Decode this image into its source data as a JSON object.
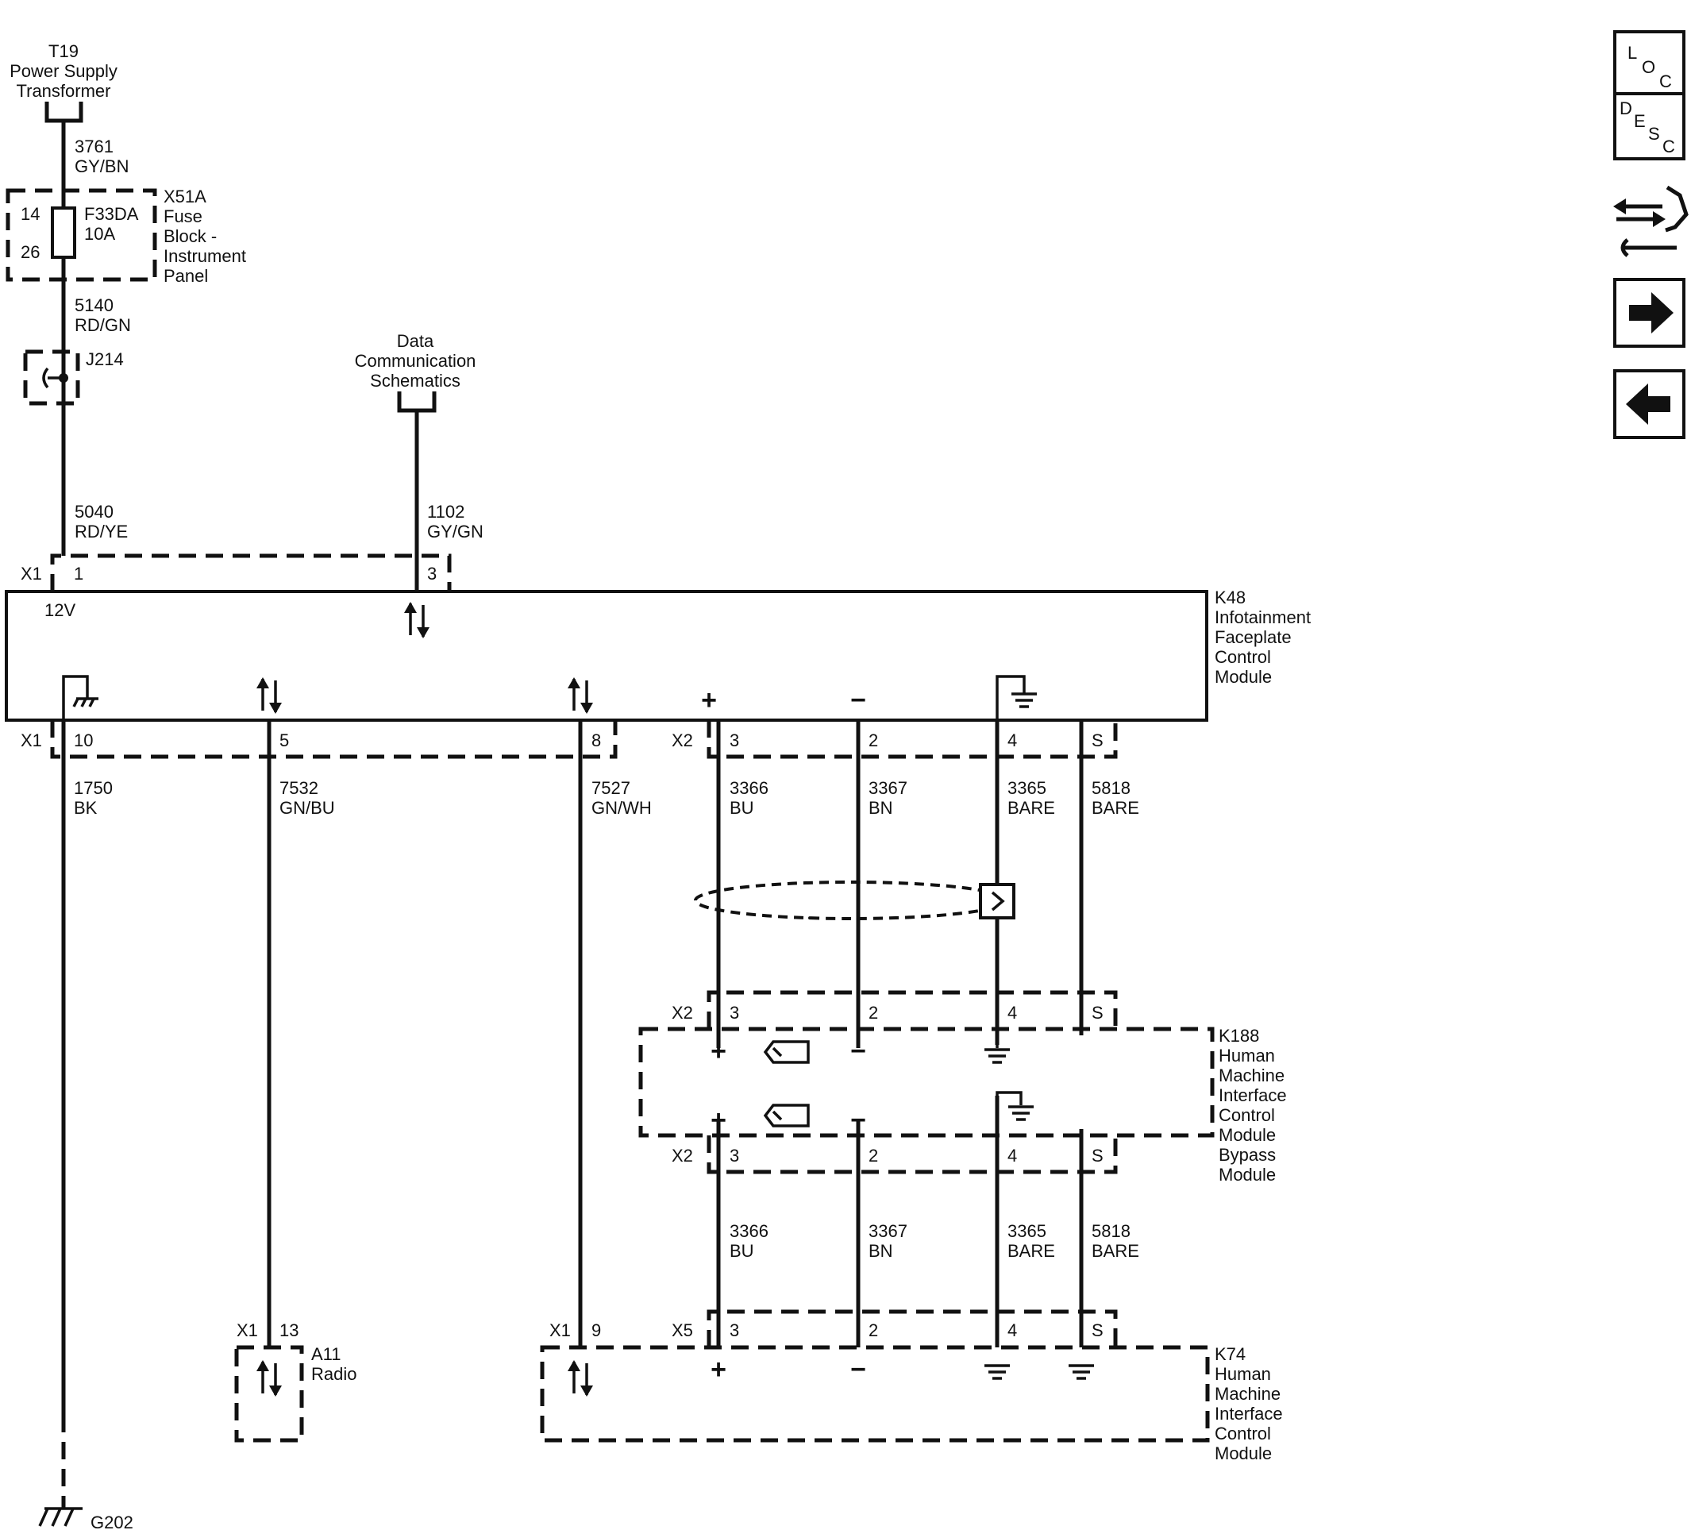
{
  "nav": {
    "loc_letters": [
      "L",
      "O",
      "C"
    ],
    "desc_letters": [
      "D",
      "E",
      "S",
      "C"
    ],
    "icons": [
      "loc-button",
      "desc-button",
      "connector-tools-icon",
      "next-arrow-icon",
      "previous-arrow-icon"
    ]
  },
  "components": {
    "t19": [
      "T19",
      "Power Supply",
      "Transformer"
    ],
    "x51a": [
      "X51A",
      "Fuse",
      "Block -",
      "Instrument",
      "Panel"
    ],
    "fuse": [
      "F33DA",
      "10A"
    ],
    "fuse_pins": [
      "14",
      "26"
    ],
    "j214": "J214",
    "data_comm": [
      "Data",
      "Communication",
      "Schematics"
    ],
    "k48": [
      "K48",
      "Infotainment",
      "Faceplate",
      "Control",
      "Module"
    ],
    "k188": [
      "K188",
      "Human",
      "Machine",
      "Interface",
      "Control",
      "Module",
      "Bypass",
      "Module"
    ],
    "k74": [
      "K74",
      "Human",
      "Machine",
      "Interface",
      "Control",
      "Module"
    ],
    "a11": [
      "A11",
      "Radio"
    ],
    "g202": "G202",
    "k48_12v": "12V"
  },
  "wires": {
    "w3761": [
      "3761",
      "GY/BN"
    ],
    "w5140": [
      "5140",
      "RD/GN"
    ],
    "w5040": [
      "5040",
      "RD/YE"
    ],
    "w1102": [
      "1102",
      "GY/GN"
    ],
    "w1750": [
      "1750",
      "BK"
    ],
    "w7532": [
      "7532",
      "GN/BU"
    ],
    "w7527": [
      "7527",
      "GN/WH"
    ],
    "w3366": [
      "3366",
      "BU"
    ],
    "w3367": [
      "3367",
      "BN"
    ],
    "w3365": [
      "3365",
      "BARE"
    ],
    "w5818": [
      "5818",
      "BARE"
    ]
  },
  "connectors": {
    "k48_x1_top": {
      "id": "X1",
      "pins": [
        "1",
        "3"
      ]
    },
    "k48_x1_bottom": {
      "id": "X1",
      "pins": [
        "10",
        "5",
        "8"
      ]
    },
    "k48_x2": {
      "id": "X2",
      "pins": [
        "3",
        "2",
        "4",
        "S"
      ]
    },
    "k188_x2_top": {
      "id": "X2",
      "pins": [
        "3",
        "2",
        "4",
        "S"
      ]
    },
    "k188_x2_bottom": {
      "id": "X2",
      "pins": [
        "3",
        "2",
        "4",
        "S"
      ]
    },
    "a11_x1": {
      "id": "X1",
      "pin": "13"
    },
    "k74_x1": {
      "id": "X1",
      "pin": "9"
    },
    "k74_x5": {
      "id": "X5",
      "pins": [
        "3",
        "2",
        "4",
        "S"
      ]
    }
  }
}
